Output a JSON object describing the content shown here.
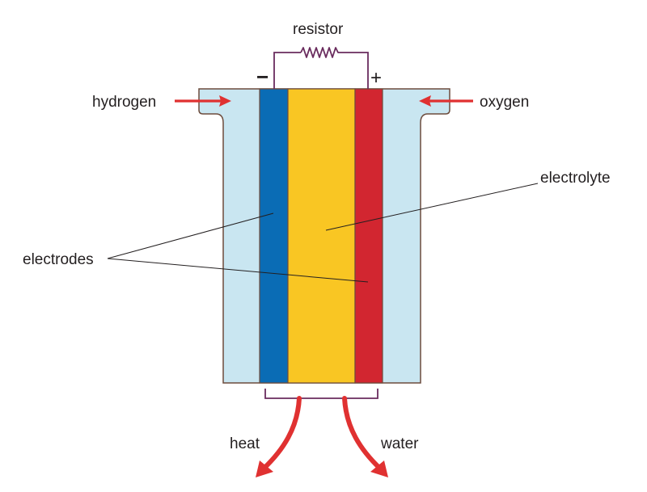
{
  "labels": {
    "resistor": "resistor",
    "hydrogen": "hydrogen",
    "oxygen": "oxygen",
    "electrolyte": "electrolyte",
    "electrodes": "electrodes",
    "heat": "heat",
    "water": "water",
    "negative_terminal": "−",
    "positive_terminal": "+"
  },
  "colors": {
    "housing": "#c9e6f1",
    "outline": "#6d4c3d",
    "anode": "#0a6cb5",
    "electrolyte": "#f9c623",
    "cathode": "#d22630",
    "arrow": "#e03131",
    "wire": "#6a2c5e",
    "text": "#231f20"
  }
}
